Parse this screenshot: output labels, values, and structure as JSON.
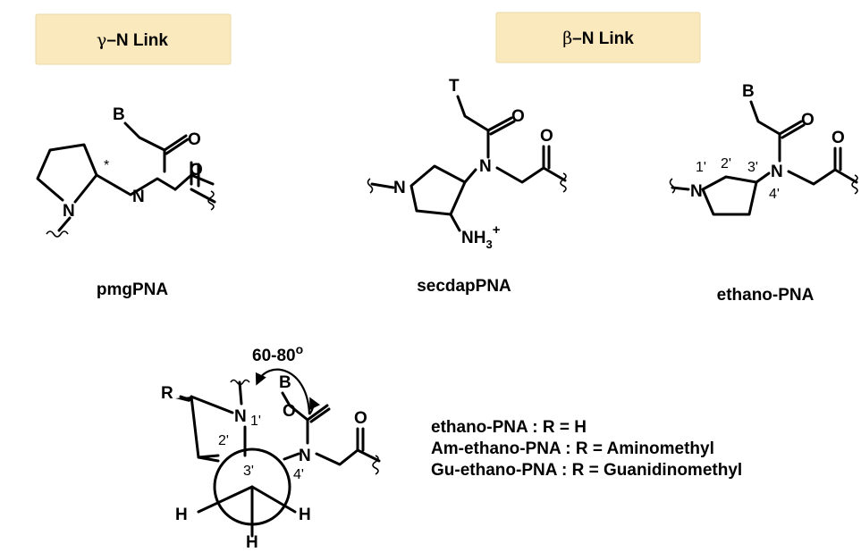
{
  "link_boxes": {
    "gamma": {
      "greek": "γ",
      "text": "–N Link"
    },
    "beta": {
      "greek": "β",
      "text": "–N Link"
    }
  },
  "molecules": {
    "pmgPNA": {
      "name": "pmgPNA",
      "atoms": {
        "B": "B",
        "O1": "O",
        "O2": "O",
        "N_ring": "N",
        "N_amide": "N",
        "star": "*"
      }
    },
    "secdapPNA": {
      "name": "secdapPNA",
      "atoms": {
        "T": "T",
        "O1": "O",
        "O2": "O",
        "N_ring": "N",
        "N_amide": "N",
        "NH3": "NH",
        "NH3_sub": "3",
        "NH3_sup": "+"
      }
    },
    "ethanoPNA": {
      "name": "ethano-PNA",
      "atoms": {
        "B": "B",
        "O1": "O",
        "O2": "O",
        "N_ring": "N",
        "N_amide": "N",
        "pos1": "1'",
        "pos2": "2'",
        "pos3": "3'",
        "pos4": "4'"
      }
    }
  },
  "newman": {
    "angle_label": "60-80",
    "angle_sup": "o",
    "atoms": {
      "R": "R",
      "N1": "N",
      "N4": "N",
      "O1": "O",
      "O2": "O",
      "B": "B",
      "H1": "H",
      "H2": "H",
      "H3": "H",
      "pos1": "1'",
      "pos2": "2'",
      "pos3": "3'",
      "pos4": "4'"
    }
  },
  "legend": [
    "ethano-PNA : R = H",
    "Am-ethano-PNA : R = Aminomethyl",
    "Gu-ethano-PNA : R = Guanidinomethyl"
  ],
  "colors": {
    "label_box_fill": "#fbe9be",
    "ink": "#000000"
  }
}
